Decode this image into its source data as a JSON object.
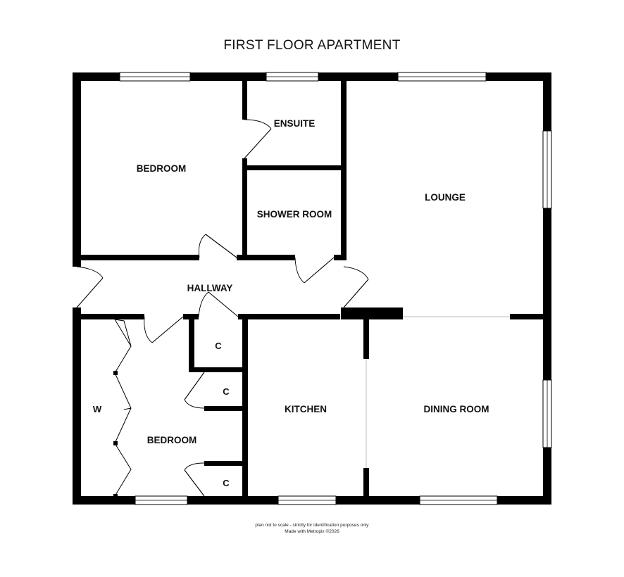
{
  "title": "FIRST FLOOR APARTMENT",
  "rooms": {
    "bedroom_1": "BEDROOM",
    "ensuite": "ENSUITE",
    "shower_room": "SHOWER ROOM",
    "lounge": "LOUNGE",
    "hallway": "HALLWAY",
    "bedroom_2": "BEDROOM",
    "wardrobe": "W",
    "cupboard_1": "C",
    "cupboard_2": "C",
    "cupboard_3": "C",
    "kitchen": "KITCHEN",
    "dining_room": "DINING ROOM"
  },
  "footer": {
    "disclaimer": "plan not to scale - strictly for identification purposes only",
    "credit": "Made with Metropix ©2026"
  },
  "colors": {
    "wall": "#000000",
    "background": "#ffffff"
  }
}
